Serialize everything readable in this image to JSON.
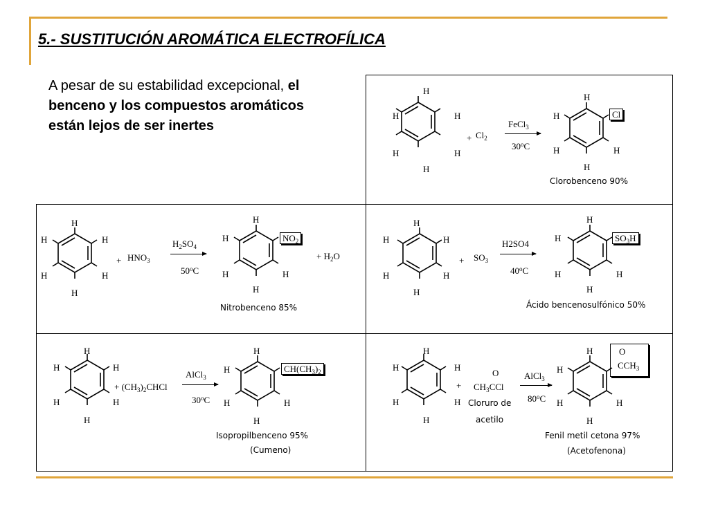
{
  "title": "5.- SUSTITUCIÓN AROMÁTICA ELECTROFÍLICA",
  "intro": {
    "plain": "A pesar de su estabilidad excepcional, ",
    "bold": "el benceno y los compuestos aromáticos están lejos de ser inertes"
  },
  "h": "H",
  "plus": "+",
  "reactions": [
    {
      "id": "chlorination",
      "reagent_html": "Cl<sub>2</sub>",
      "catalyst_html": "FeCl<sub>3</sub>",
      "condition_html": "30<sup>o</sup>C",
      "substituent_html": "Cl",
      "product": [
        "Clorobenceno 90%"
      ]
    },
    {
      "id": "nitration",
      "reagent_html": "HNO<sub>3</sub>",
      "catalyst_html": "H<sub>2</sub>SO<sub>4</sub>",
      "condition_html": "50<sup>o</sup>C",
      "substituent_html": "NO<sub>2</sub>",
      "byproduct_html": "+ H<sub>2</sub>O",
      "product": [
        "Nitrobenceno 85%"
      ]
    },
    {
      "id": "sulfonation",
      "reagent_html": "SO<sub>3</sub>",
      "catalyst_html": "H2SO4",
      "condition_html": "40<sup>o</sup>C",
      "substituent_html": "SO<sub>3</sub>H",
      "product": [
        "Ácido bencenosulfónico 50%"
      ]
    },
    {
      "id": "alkylation",
      "reagent_html": "+ (CH<sub>3</sub>)<sub>2</sub>CHCl",
      "catalyst_html": "AlCl<sub>3</sub>",
      "condition_html": "30<sup>o</sup>C",
      "substituent_html": "CH(CH<sub>3</sub>)<sub>2</sub>",
      "product": [
        "Isopropilbenceno 95%",
        "(Cumeno)"
      ]
    },
    {
      "id": "acylation",
      "reagent_top": "O",
      "reagent_html": "CH<sub>3</sub>CCl",
      "reagent_name": [
        "Cloruro de",
        "acetilo"
      ],
      "catalyst_html": "AlCl<sub>3</sub>",
      "condition_html": "80<sup>o</sup>C",
      "substituent_top": "O",
      "substituent_html": "CCH<sub>3</sub>",
      "product": [
        "Fenil metil cetona 97%",
        "(Acetofenona)"
      ]
    }
  ]
}
